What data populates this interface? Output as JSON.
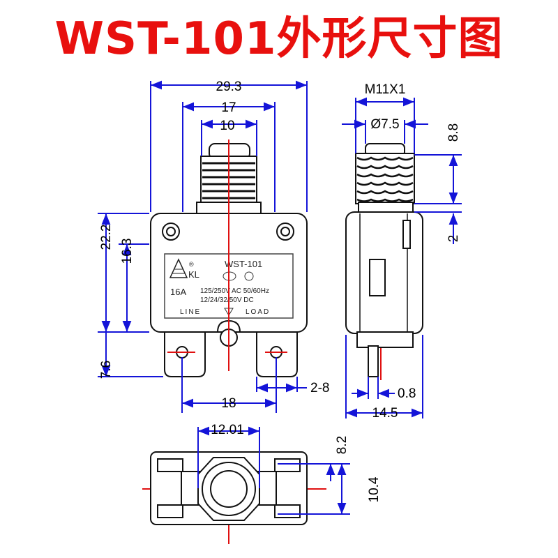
{
  "title": "WST-101外形尺寸图",
  "dimensions": {
    "front_width": "29.3",
    "front_mid": "17",
    "front_button": "10",
    "front_height_total": "22.2",
    "front_height_body": "16.3",
    "front_terminal": "7.6",
    "terminal_pitch": "18",
    "terminal_hole": "2-8",
    "side_thread": "M11X1",
    "side_button_dia": "Ø7.5",
    "side_thread_len": "8.8",
    "side_nut": "2",
    "side_tab": "0.8",
    "side_depth": "14.5",
    "bottom_width": "12.01",
    "bottom_small": "8.2",
    "bottom_height": "10.4"
  },
  "label": {
    "model": "WST-101",
    "brand": "KL",
    "rating": "16A",
    "voltage_ac": "125/250V  AC 50/60Hz",
    "voltage_dc": "12/24/32/50V DC",
    "line": "LINE",
    "load": "LOAD",
    "reg_mark": "®"
  },
  "colors": {
    "title": "#e8100e",
    "dimension_line": "#1414d8",
    "center_line": "#e01010",
    "outline": "#111111"
  }
}
